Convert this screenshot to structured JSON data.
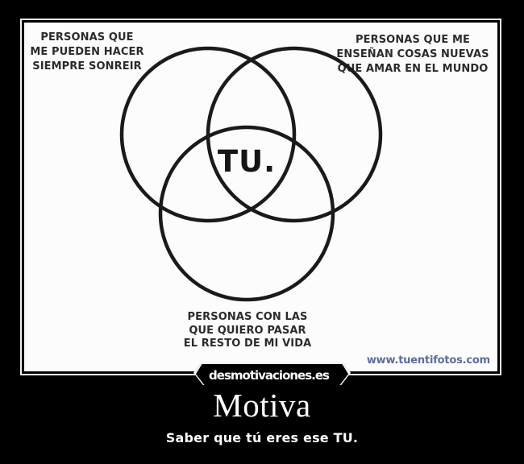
{
  "poster": {
    "image": {
      "labels": {
        "top_left": {
          "lines": [
            "PERSONAS QUE",
            "ME PUEDEN HACER",
            "SIEMPRE SONREIR"
          ]
        },
        "top_right": {
          "lines": [
            "PERSONAS QUE ME",
            "ENSEÑAN COSAS NUEVAS",
            "QUE AMAR EN EL MUNDO"
          ]
        },
        "bottom": {
          "lines": [
            "PERSONAS CON LAS",
            "QUE QUIERO PASAR",
            "EL RESTO DE MI VIDA"
          ]
        },
        "center": "TU."
      },
      "venn": {
        "type": "venn3",
        "sets": [
          "PERSONAS QUE ME PUEDEN HACER SIEMPRE SONREIR",
          "PERSONAS QUE ME ENSEÑAN COSAS NUEVAS QUE AMAR EN EL MUNDO",
          "PERSONAS CON LAS QUE QUIERO PASAR EL RESTO DE MI VIDA"
        ],
        "triple_intersection_label": "TU."
      },
      "watermark_url": "www.tuentifotos.com"
    },
    "ribbon": {
      "text": "desmotivaciones.es"
    },
    "title": "Motiva",
    "subtitle": "Saber que tú eres ese TU.",
    "colors": {
      "background": "#000000",
      "photo_background": "#fcfcfc",
      "ink": "#1a1a1a",
      "url_blue": "#5c6b9c",
      "hairline": "#f0f0f0",
      "text_white": "#ffffff"
    }
  }
}
